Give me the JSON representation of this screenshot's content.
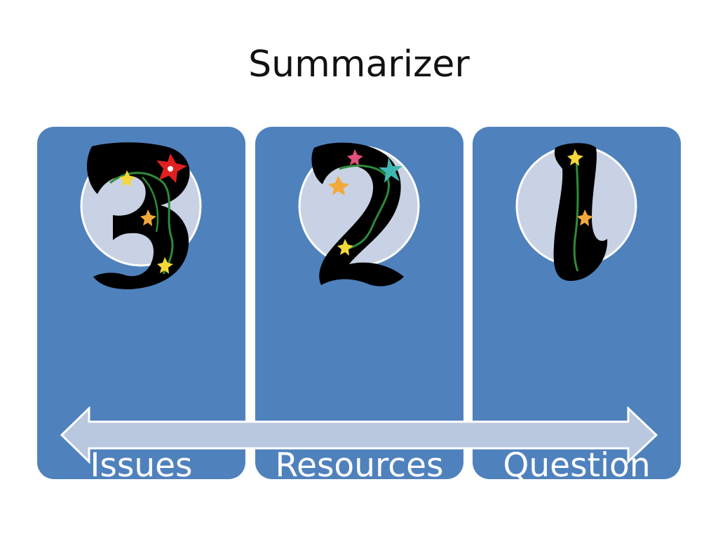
{
  "slide": {
    "title": "Summarizer"
  },
  "cards": [
    {
      "label": "Issues",
      "number": "3"
    },
    {
      "label": "Resources",
      "number": "2"
    },
    {
      "label": "Question",
      "number": "1"
    }
  ],
  "colors": {
    "card_fill": "#4f81bd",
    "arrow_fill": "#b9c7df",
    "circle_fill": "#c8d2e4",
    "numeral": "#000000",
    "title_text": "#111111",
    "label_text": "#ffffff"
  },
  "arrow": {
    "direction": "double-headed horizontal"
  }
}
